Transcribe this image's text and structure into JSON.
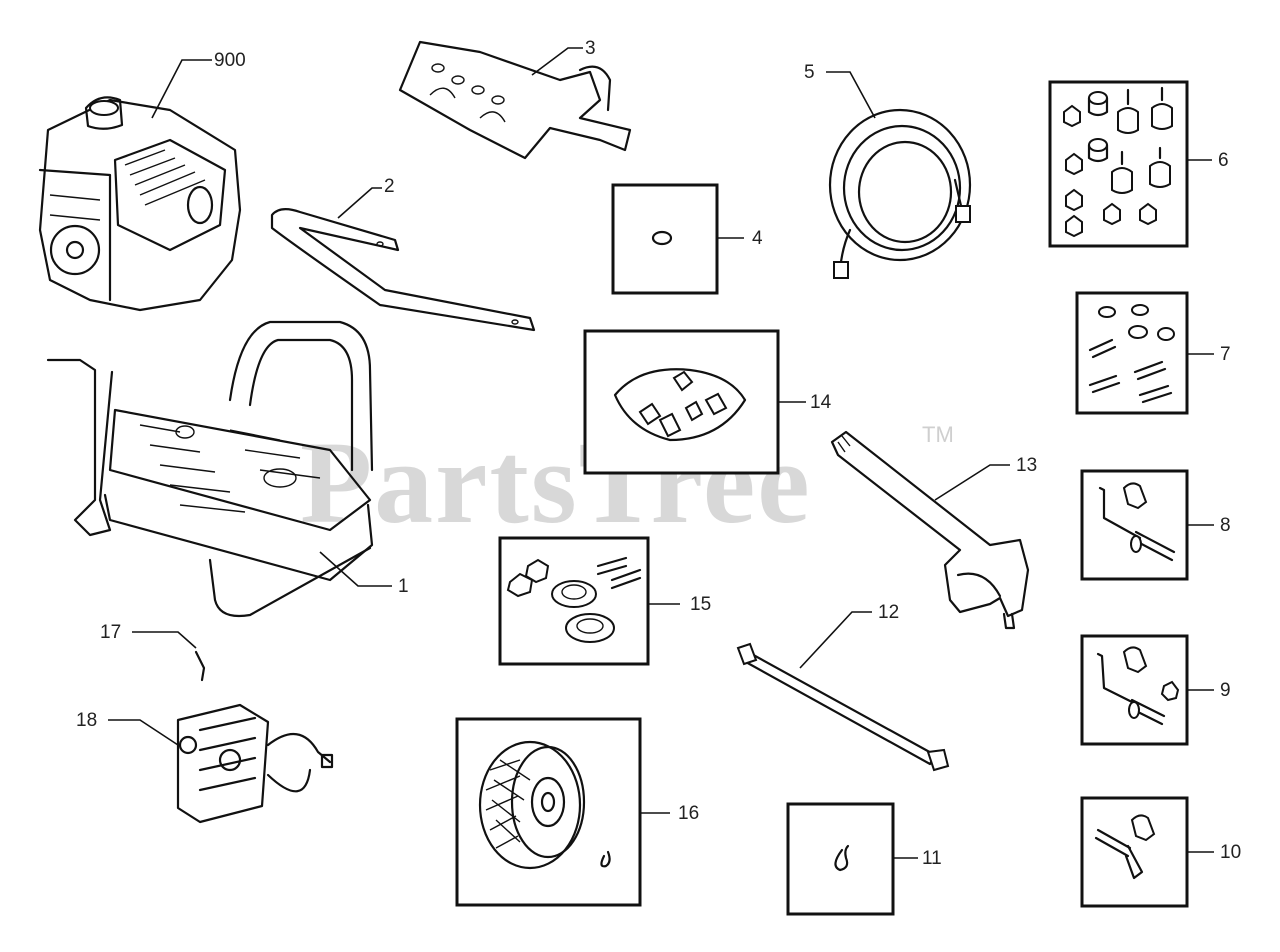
{
  "watermark": {
    "text": "PartsTree",
    "trademark": "TM"
  },
  "callouts": {
    "engine": "900",
    "handle": "2",
    "shroud": "3",
    "hose": "5",
    "bumper_kit": "6",
    "cap_plug": "4",
    "nozzle_kit": "14",
    "washer_bolt_kit": "7",
    "frame": "1",
    "spray_gun": "13",
    "axle_kit_8": "8",
    "wheel_hardware_kit": "15",
    "lance": "12",
    "axle_kit_9": "9",
    "part_17": "17",
    "pump": "18",
    "wheel": "16",
    "clip_11": "11",
    "axle_kit_10": "10"
  }
}
